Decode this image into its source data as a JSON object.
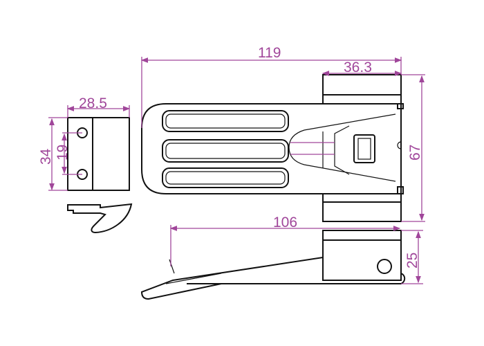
{
  "colors": {
    "outline": "#111111",
    "dimension": "#a0469a"
  },
  "dimensions": {
    "overall_length": "119",
    "top_block_width": "36.3",
    "height": "67",
    "lever_length": "106",
    "lever_height": "25",
    "catch_width": "28.5",
    "catch_height": "34",
    "hole_spacing": "19"
  }
}
